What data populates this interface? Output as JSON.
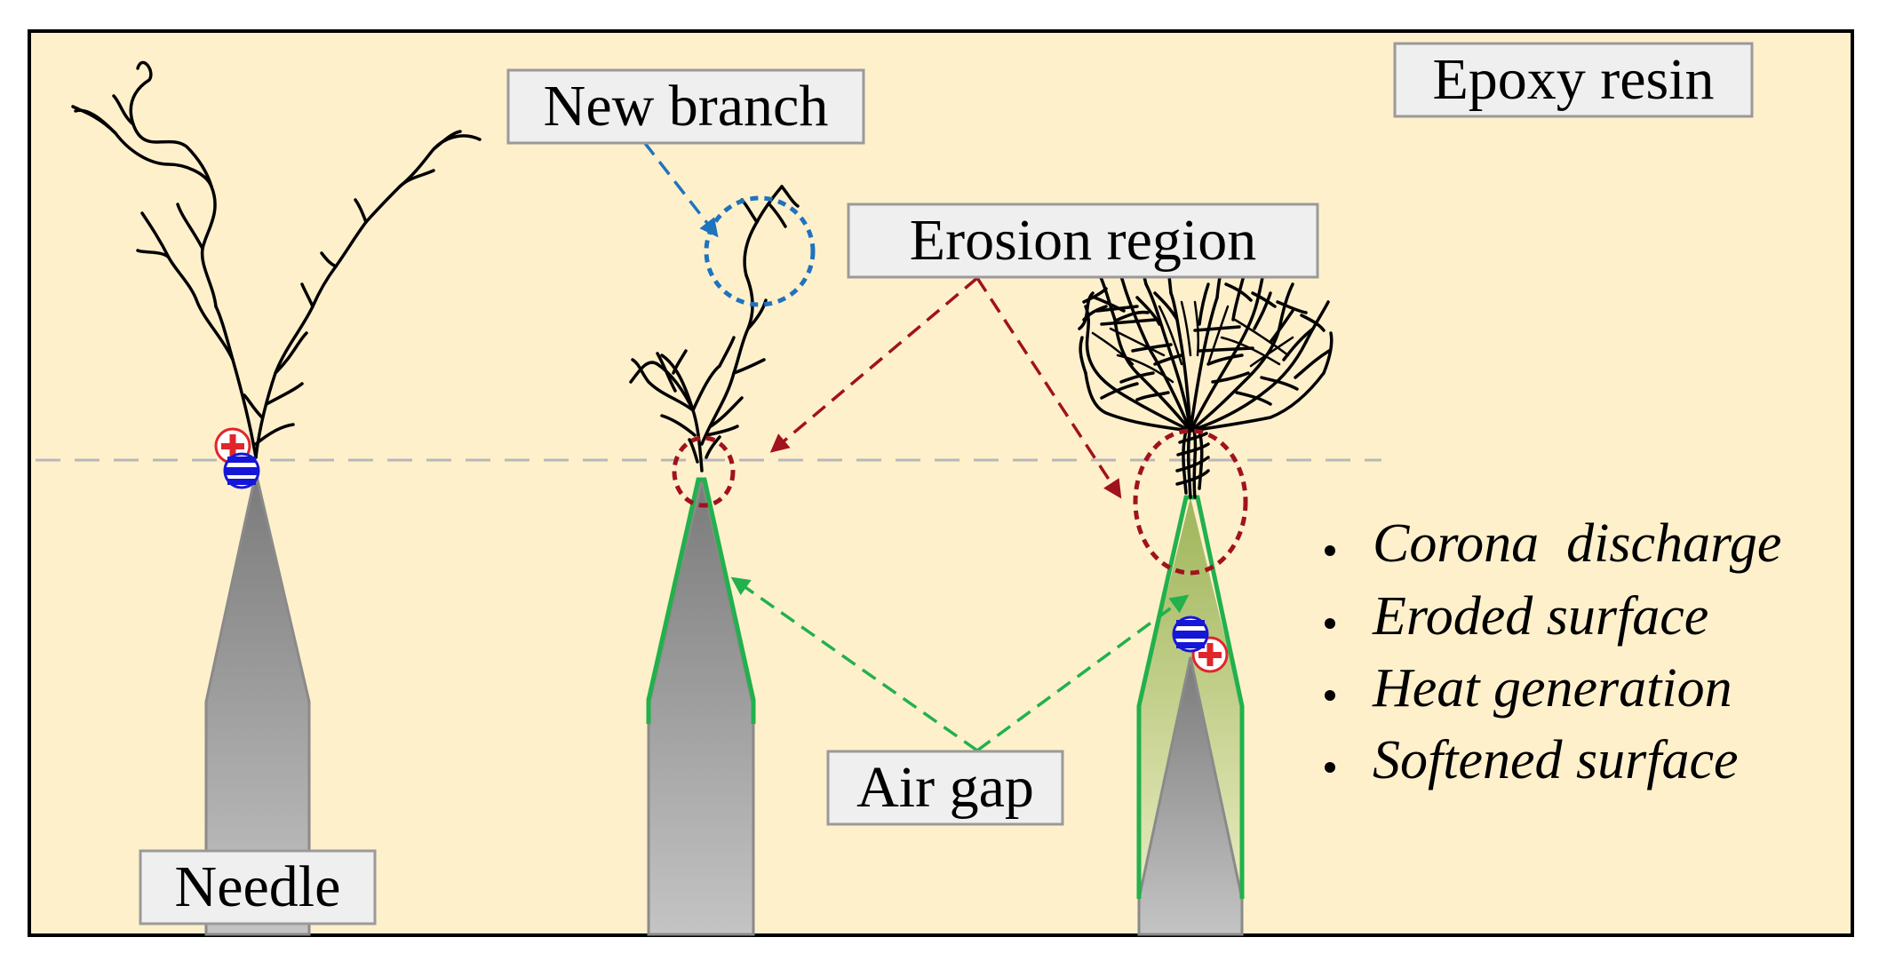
{
  "labels": {
    "epoxy_resin": "Epoxy resin",
    "new_branch": "New branch",
    "erosion_region": "Erosion region",
    "air_gap": "Air gap",
    "needle": "Needle"
  },
  "legend": [
    "Corona  discharge",
    "Eroded surface",
    "Heat generation",
    "Softened surface"
  ],
  "colors": {
    "background": "#FFF0CC",
    "frame": "#000000",
    "label_box_fill": "#EFEFEF",
    "label_box_stroke": "#9A9A9A",
    "needle_gray": "#8C8C8C",
    "air_gap_green": "#22B14C",
    "air_gap_fill": "#A9C26A",
    "erosion_red": "#A0121E",
    "new_branch_blue": "#1E73BE",
    "reference_line": "#B8B8B8",
    "tree": "#000000",
    "charge_positive": "#E0262B",
    "charge_negative": "#1616D8"
  },
  "icons": {
    "positive_charge": "positive-charge-icon",
    "negative_charge": "negative-charge-icon"
  }
}
